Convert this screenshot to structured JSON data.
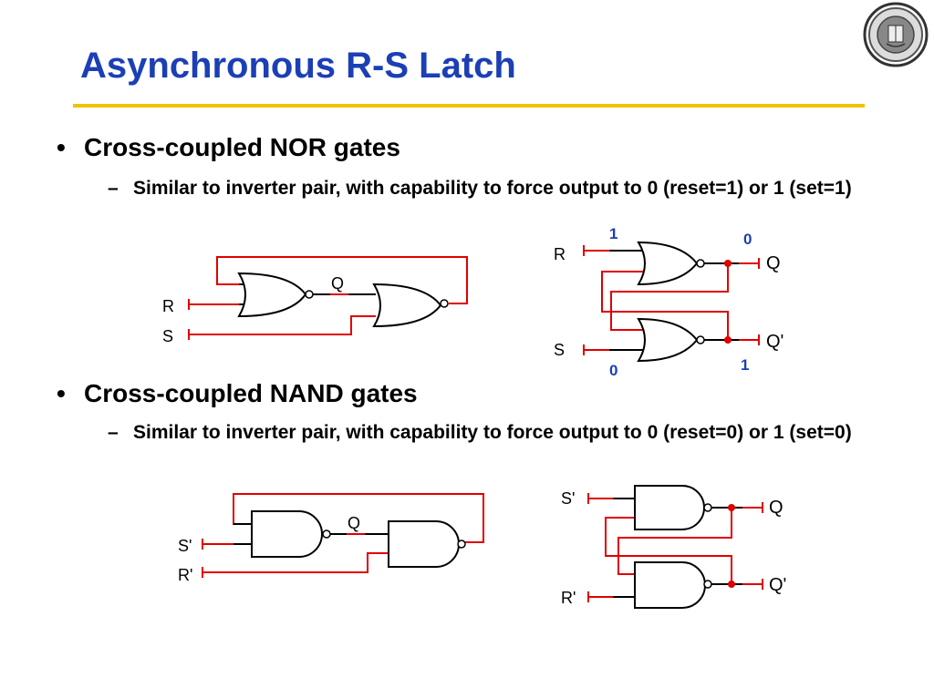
{
  "title": "Asynchronous R-S Latch",
  "bullets": [
    {
      "text": "Cross-coupled NOR gates",
      "sub": "Similar to inverter pair, with capability to force output to 0 (reset=1) or 1 (set=1)"
    },
    {
      "text": "Cross-coupled NAND gates",
      "sub": "Similar to inverter pair, with capability to force output to 0 (reset=0) or 1 (set=0)"
    }
  ],
  "nor_left": {
    "r": "R",
    "s": "S",
    "q": "Q"
  },
  "nor_right": {
    "r": "R",
    "s": "S",
    "q": "Q",
    "qbar": "Q'",
    "r_val": "1",
    "q_val": "0",
    "s_val": "0",
    "qbar_val": "1"
  },
  "nand_left": {
    "s": "S'",
    "r": "R'",
    "q": "Q"
  },
  "nand_right": {
    "s": "S'",
    "r": "R'",
    "q": "Q",
    "qbar": "Q'"
  },
  "colors": {
    "title": "#1b3fb5",
    "rule": "#f2c200",
    "wire": "#e00000",
    "value": "#1b3fb5"
  }
}
